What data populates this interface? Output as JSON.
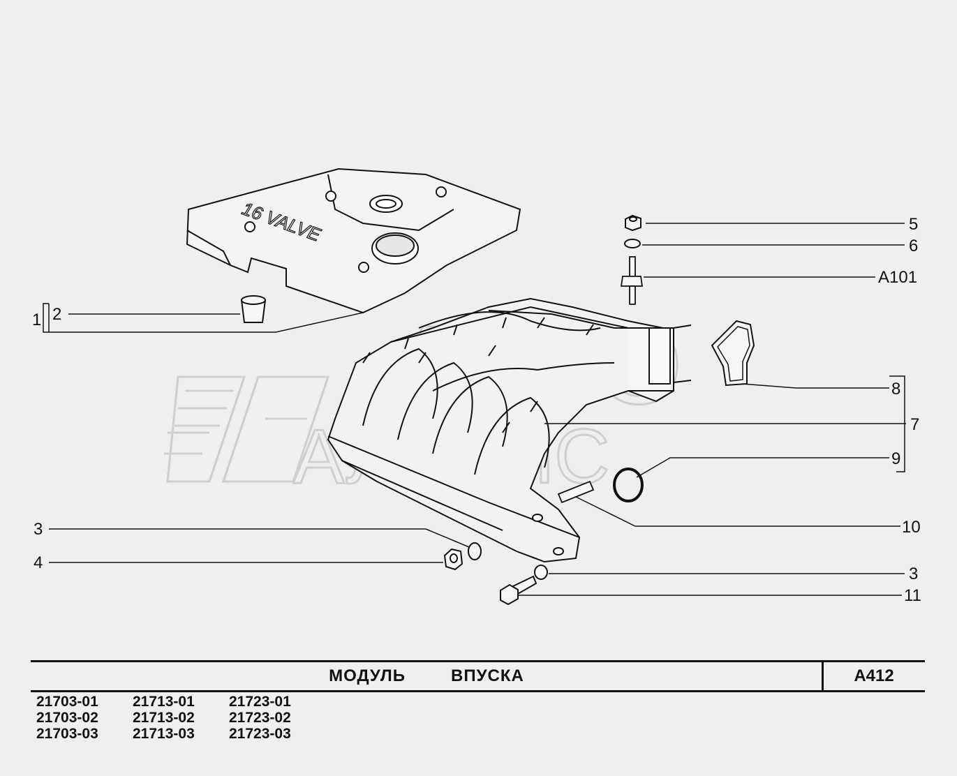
{
  "watermark": {
    "line1": "АВТО",
    "line2": "АЛЬЯНС"
  },
  "cover_text": "16 VALVE",
  "callouts": {
    "c1": "1",
    "c2": "2",
    "c3a": "3",
    "c4": "4",
    "c5": "5",
    "c6": "6",
    "cA101": "A101",
    "c8": "8",
    "c7": "7",
    "c9": "9",
    "c10": "10",
    "c3b": "3",
    "c11": "11"
  },
  "footer": {
    "title": "МОДУЛЬ   ВПУСКА",
    "code": "A412"
  },
  "models": [
    [
      "21703-01",
      "21713-01",
      "21723-01"
    ],
    [
      "21703-02",
      "21713-02",
      "21723-02"
    ],
    [
      "21703-03",
      "21713-03",
      "21723-03"
    ]
  ],
  "colors": {
    "ink": "#111111",
    "background": "#efefef",
    "watermark": "#d6d6d6"
  }
}
